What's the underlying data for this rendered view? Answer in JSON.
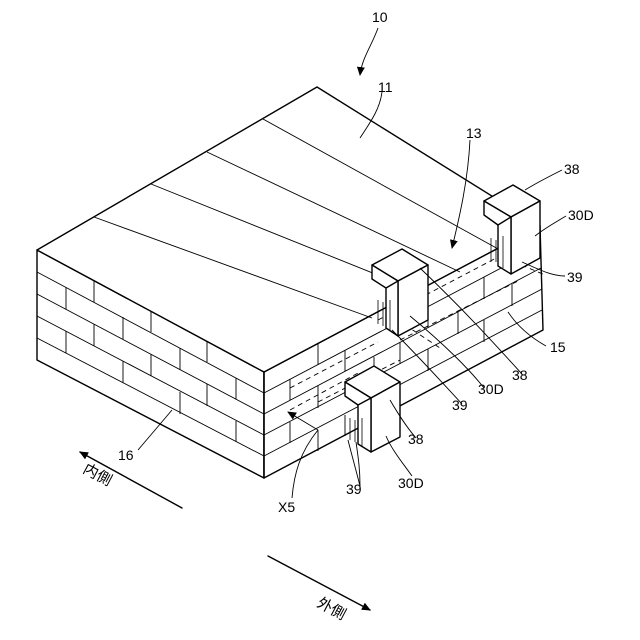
{
  "labels": {
    "assembly": "10",
    "floor": "11",
    "groove": "13",
    "front_wall": "15",
    "left_wall": "16",
    "bracket_top_right": "38",
    "bracket_top_right_code": "30D",
    "anchor_right": "39",
    "bracket_mid": "38",
    "bracket_mid_code": "30D",
    "anchor_mid": "39",
    "bracket_low": "38",
    "bracket_low_code": "30D",
    "anchor_low": "39",
    "view_x5": "X5"
  },
  "directions": {
    "inside": "内側",
    "outside": "外側"
  }
}
